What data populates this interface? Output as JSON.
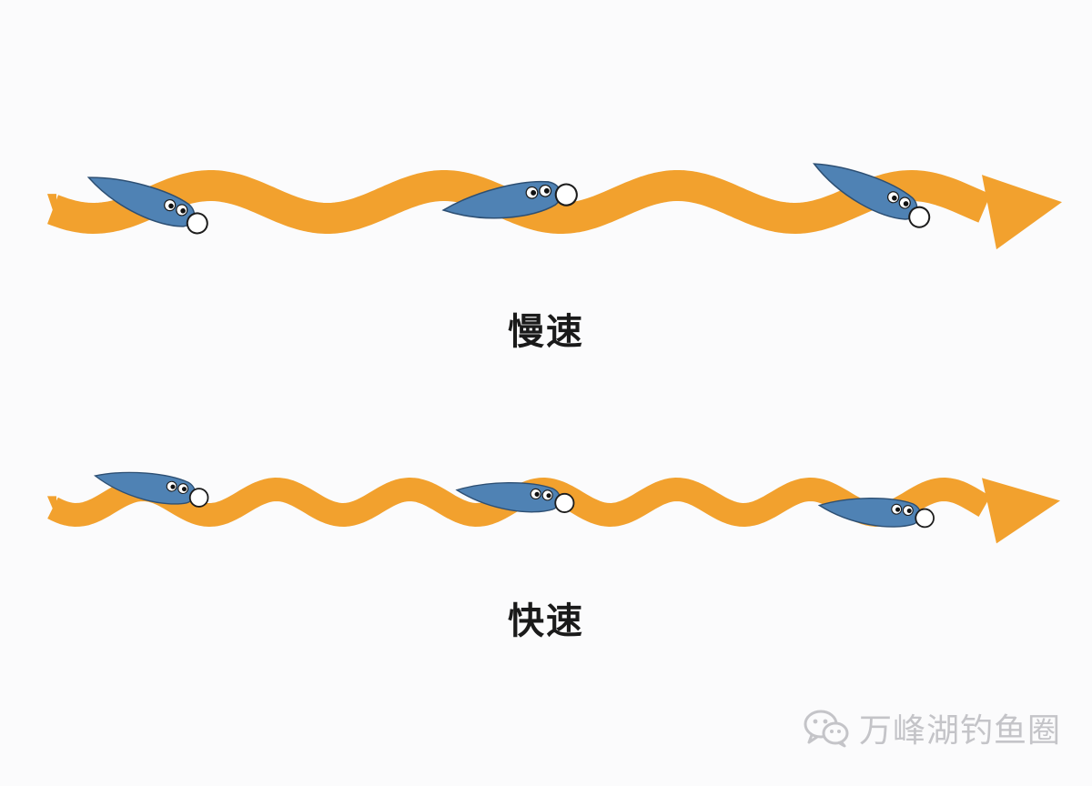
{
  "labels": {
    "slow": "慢速",
    "fast": "快速"
  },
  "watermark": {
    "icon": "wechat-icon",
    "text": "万峰湖钓鱼圈"
  },
  "colors": {
    "path": "#f2a12e",
    "lure_body": "#4f82b4",
    "lure_outline": "#2d4f73",
    "background": "#fbfbfc",
    "text": "#1a1a1a",
    "watermark": "#c4c4c8"
  },
  "rows": [
    {
      "name": "slow",
      "waves": 4,
      "lures": 3
    },
    {
      "name": "fast",
      "waves": 7,
      "lures": 3
    }
  ]
}
